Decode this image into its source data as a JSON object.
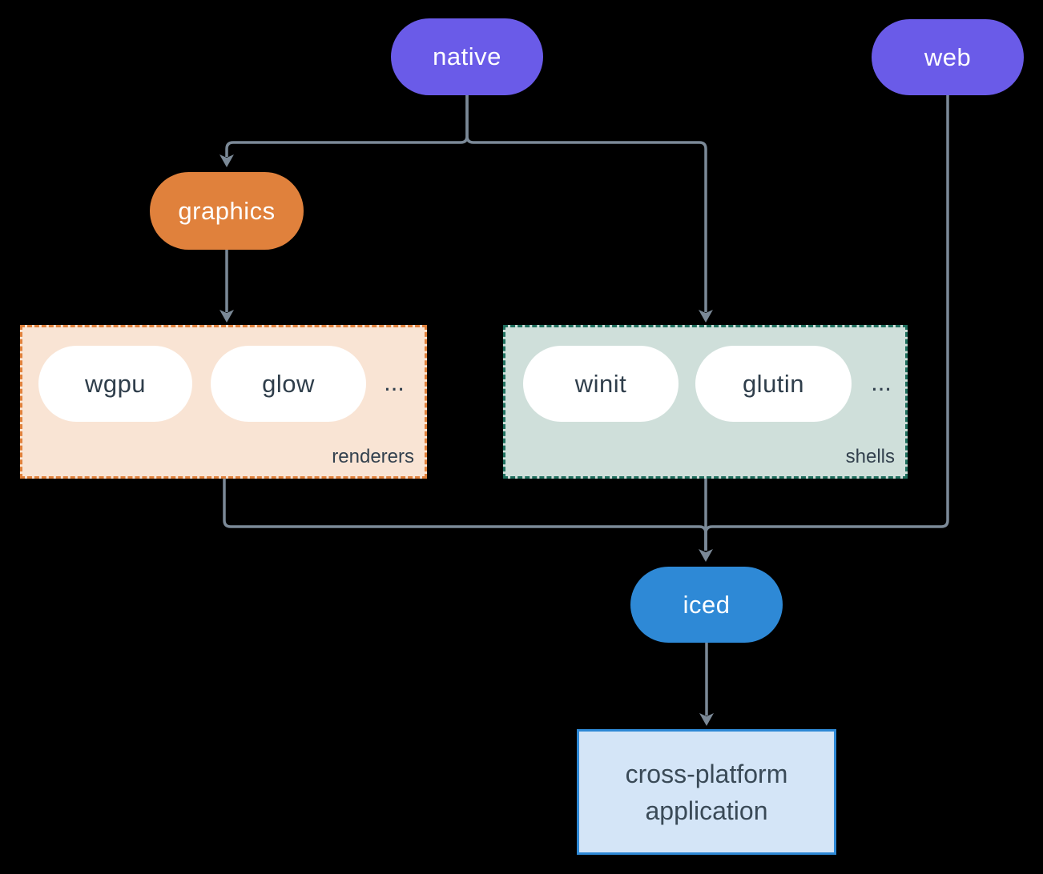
{
  "nodes": {
    "native": "native",
    "web": "web",
    "graphics": "graphics",
    "iced": "iced",
    "app_line1": "cross-platform",
    "app_line2": "application"
  },
  "renderers": {
    "label": "renderers",
    "items": [
      "wgpu",
      "glow"
    ],
    "ellipsis": "..."
  },
  "shells": {
    "label": "shells",
    "items": [
      "winit",
      "glutin"
    ],
    "ellipsis": "..."
  },
  "colors": {
    "purple_node": "#6a5be8",
    "orange_node": "#e0813c",
    "blue_node": "#2e89d6",
    "white_node": "#ffffff",
    "renderers_fill": "#f9e4d4",
    "renderers_border": "#e0813c",
    "shells_fill": "#cfdfda",
    "shells_border": "#20705f",
    "app_fill": "#d4e5f7",
    "app_border": "#2e89d6",
    "connector": "#7b8997",
    "dark_text": "#2f3e4b",
    "background": "#000000"
  }
}
